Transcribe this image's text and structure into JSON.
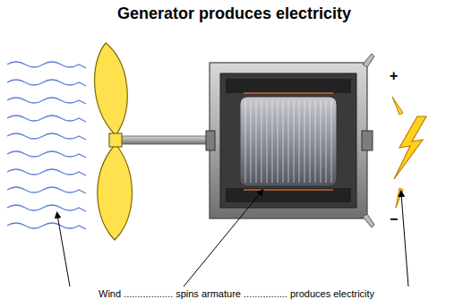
{
  "diagram": {
    "title": "Generator produces electricity",
    "labels": [
      "Wind .................. spins armature ................ produces electricity",
      "+",
      "−"
    ]
  }
}
